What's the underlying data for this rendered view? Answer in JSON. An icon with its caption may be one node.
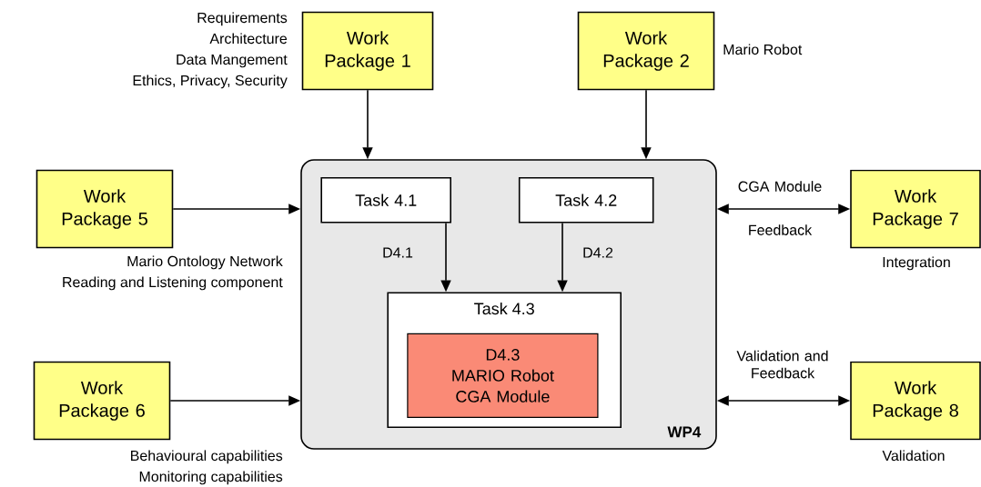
{
  "diagram": {
    "nodes": [
      {
        "text": [
          "WP4"
        ]
      },
      {
        "text": [
          "Task 4.1"
        ],
        "in": 0
      },
      {
        "text": [
          "Task 4.2"
        ],
        "in": 0
      },
      {
        "text": [
          "Task 4.3"
        ],
        "in": 0
      },
      {
        "text": [
          "D4.3",
          "MARIO Robot CGA Module"
        ],
        "in": 3
      },
      {
        "text": [
          "Work Package 1"
        ],
        "beside": [
          "Requirements",
          "Architecture",
          "Data Mangement",
          "Ethics, Privacy, Security"
        ]
      },
      {
        "text": [
          "Work Package 2"
        ],
        "beside": [
          "Mario Robot"
        ]
      },
      {
        "text": [
          "Work Package 5"
        ],
        "beside": [
          "Mario Ontology Network",
          "Reading and Listening component"
        ]
      },
      {
        "text": [
          "Work Package 6"
        ],
        "beside": [
          "Behavioural capabilities",
          "Monitoring capabilities"
        ]
      },
      {
        "text": [
          "Work Package 7"
        ],
        "beside": [
          "Integration"
        ]
      },
      {
        "text": [
          "Work Package 8"
        ],
        "beside": [
          "Validation"
        ]
      }
    ],
    "edges": [
      {
        "from": 5,
        "to": 0,
        "arrow": "to"
      },
      {
        "from": 6,
        "to": 0,
        "arrow": "to"
      },
      {
        "from": 7,
        "to": 0,
        "arrow": "to"
      },
      {
        "from": 8,
        "to": 0,
        "arrow": "to"
      },
      {
        "from": 0,
        "to": 9,
        "arrow": "both",
        "label": "CGA Module"
      },
      {
        "from": 0,
        "to": 10,
        "arrow": "both",
        "label": "Validation and Feedback"
      },
      {
        "from": 1,
        "to": 3,
        "arrow": "to",
        "label": "D4.1"
      },
      {
        "from": 2,
        "to": 3,
        "arrow": "to",
        "label": "D4.2"
      }
    ],
    "labels": [
      "Feedback"
    ]
  }
}
